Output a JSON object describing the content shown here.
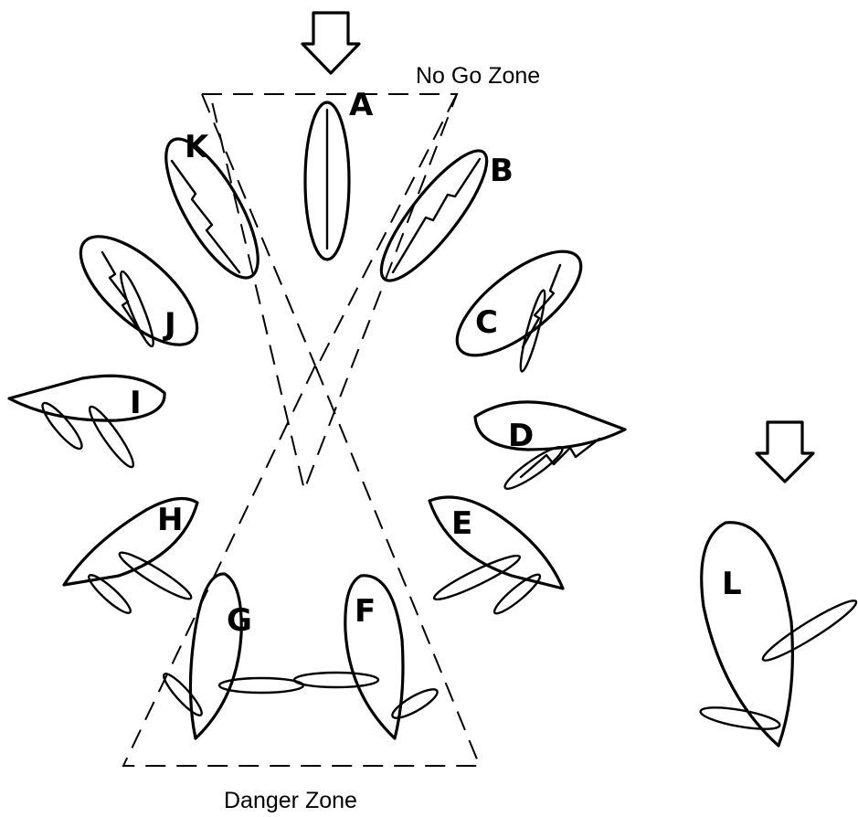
{
  "labels": {
    "no_go_zone": "No Go Zone",
    "danger_zone": "Danger Zone"
  },
  "boats": {
    "A": "A",
    "B": "B",
    "C": "C",
    "D": "D",
    "E": "E",
    "F": "F",
    "G": "G",
    "H": "H",
    "I": "I",
    "J": "J",
    "K": "K",
    "L": "L"
  },
  "icons": [
    "wind-arrow-icon",
    "wind-arrow-icon-right"
  ],
  "colors": {
    "ink": "#000000",
    "background": "#ffffff"
  }
}
